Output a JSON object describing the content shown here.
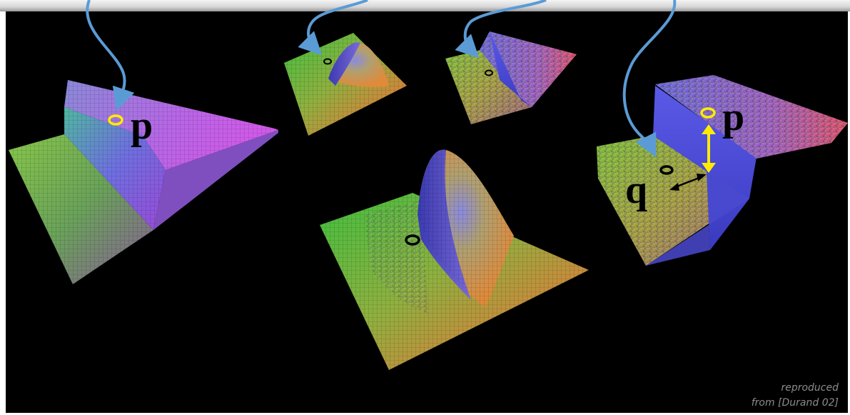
{
  "labels": {
    "p_left": "p",
    "p_right": "p",
    "q_right": "q"
  },
  "credit": {
    "line1": "reproduced",
    "line2": "from [Durand 02]"
  },
  "colors": {
    "background": "#000000",
    "arrow": "#5b9bd5",
    "pixel_ring_yellow": "#ffeb00",
    "pixel_ring_black": "#000000",
    "distance_arrow_yellow": "#ffeb00",
    "surface_green": "#6fbf3f",
    "surface_purple": "#b04fe0",
    "surface_orange": "#e0803a",
    "surface_blue": "#5a5ad8"
  }
}
